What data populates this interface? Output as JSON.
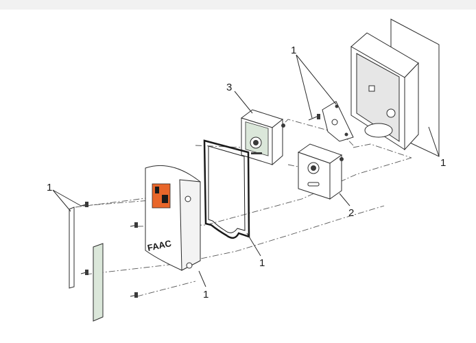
{
  "labels": {
    "screws_left": "1",
    "cover_screw": "1",
    "gasket": "1",
    "box_right": "1",
    "bracket_screws": "1",
    "module_2": "2",
    "module_3": "3"
  },
  "logo_text": "FAAC",
  "colors": {
    "orange": "#e8662a",
    "line": "#2a2a2a",
    "panel_green": "#dbe7da"
  }
}
